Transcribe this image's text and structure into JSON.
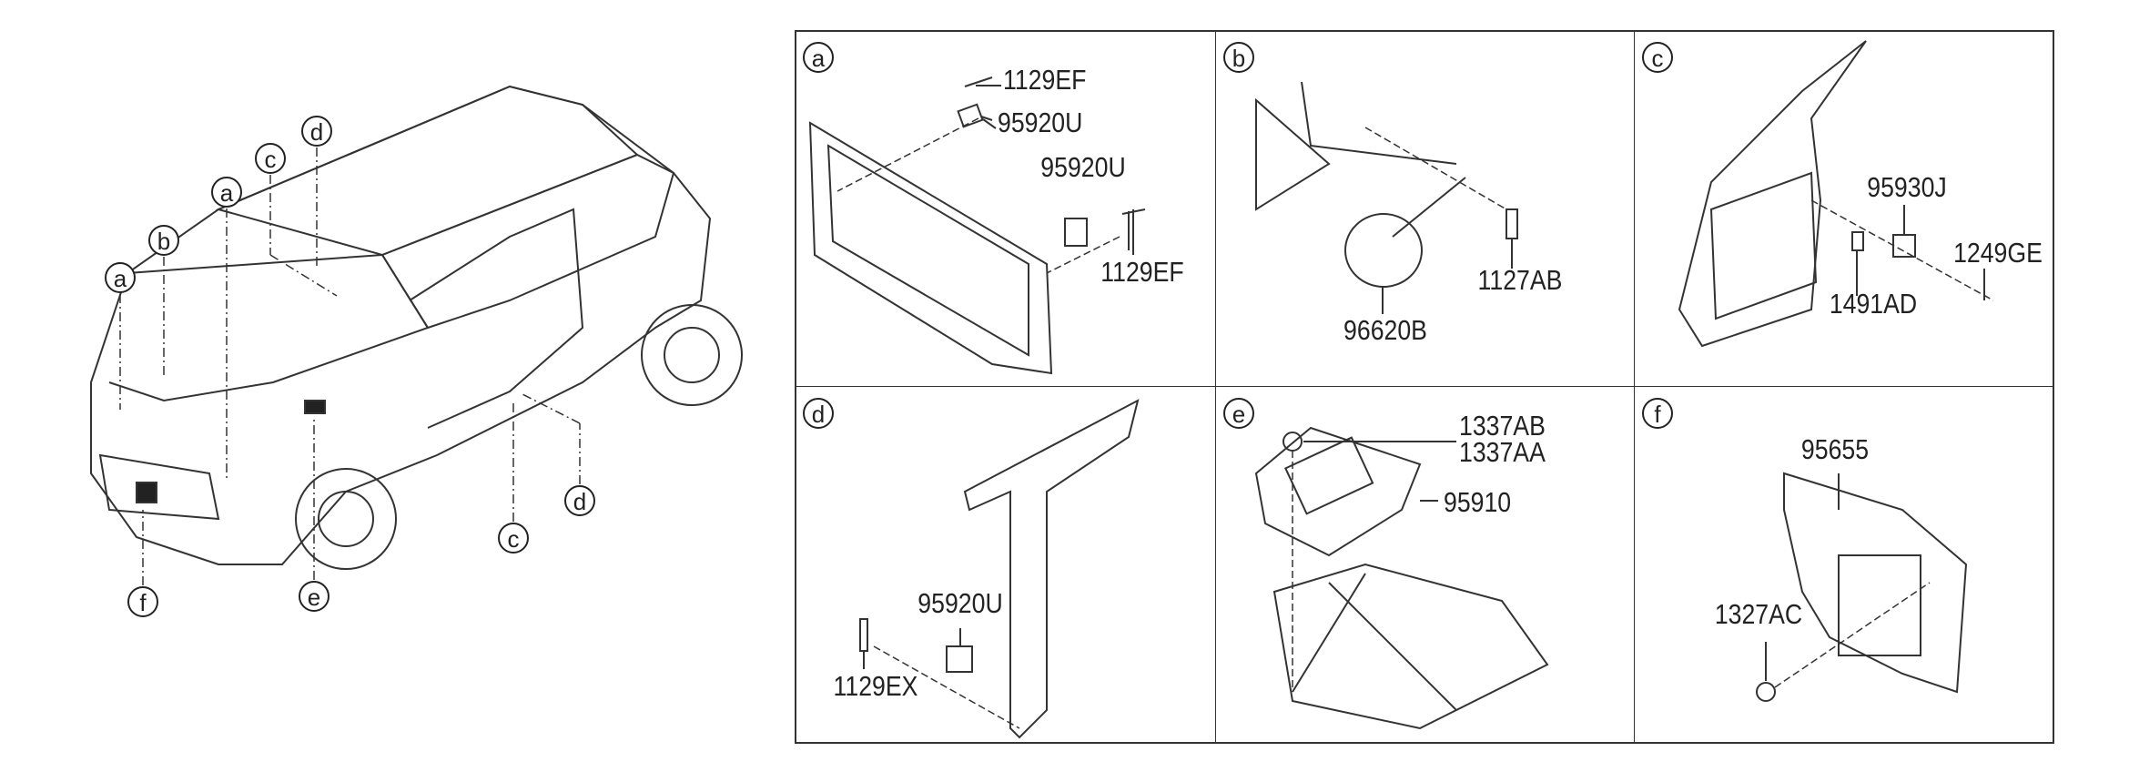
{
  "car_view": {
    "callouts": [
      "a",
      "b",
      "c",
      "d",
      "a",
      "d",
      "c",
      "e",
      "f"
    ]
  },
  "panels": [
    {
      "letter": "a",
      "labels": [
        "1129EF",
        "95920U",
        "95920U",
        "1129EF"
      ]
    },
    {
      "letter": "b",
      "labels": [
        "1127AB",
        "96620B"
      ]
    },
    {
      "letter": "c",
      "labels": [
        "95930J",
        "1249GE",
        "1491AD"
      ]
    },
    {
      "letter": "d",
      "labels": [
        "95920U",
        "1129EX"
      ]
    },
    {
      "letter": "e",
      "labels": [
        "1337AB",
        "1337AA",
        "95910"
      ]
    },
    {
      "letter": "f",
      "labels": [
        "95655",
        "1327AC"
      ]
    }
  ]
}
